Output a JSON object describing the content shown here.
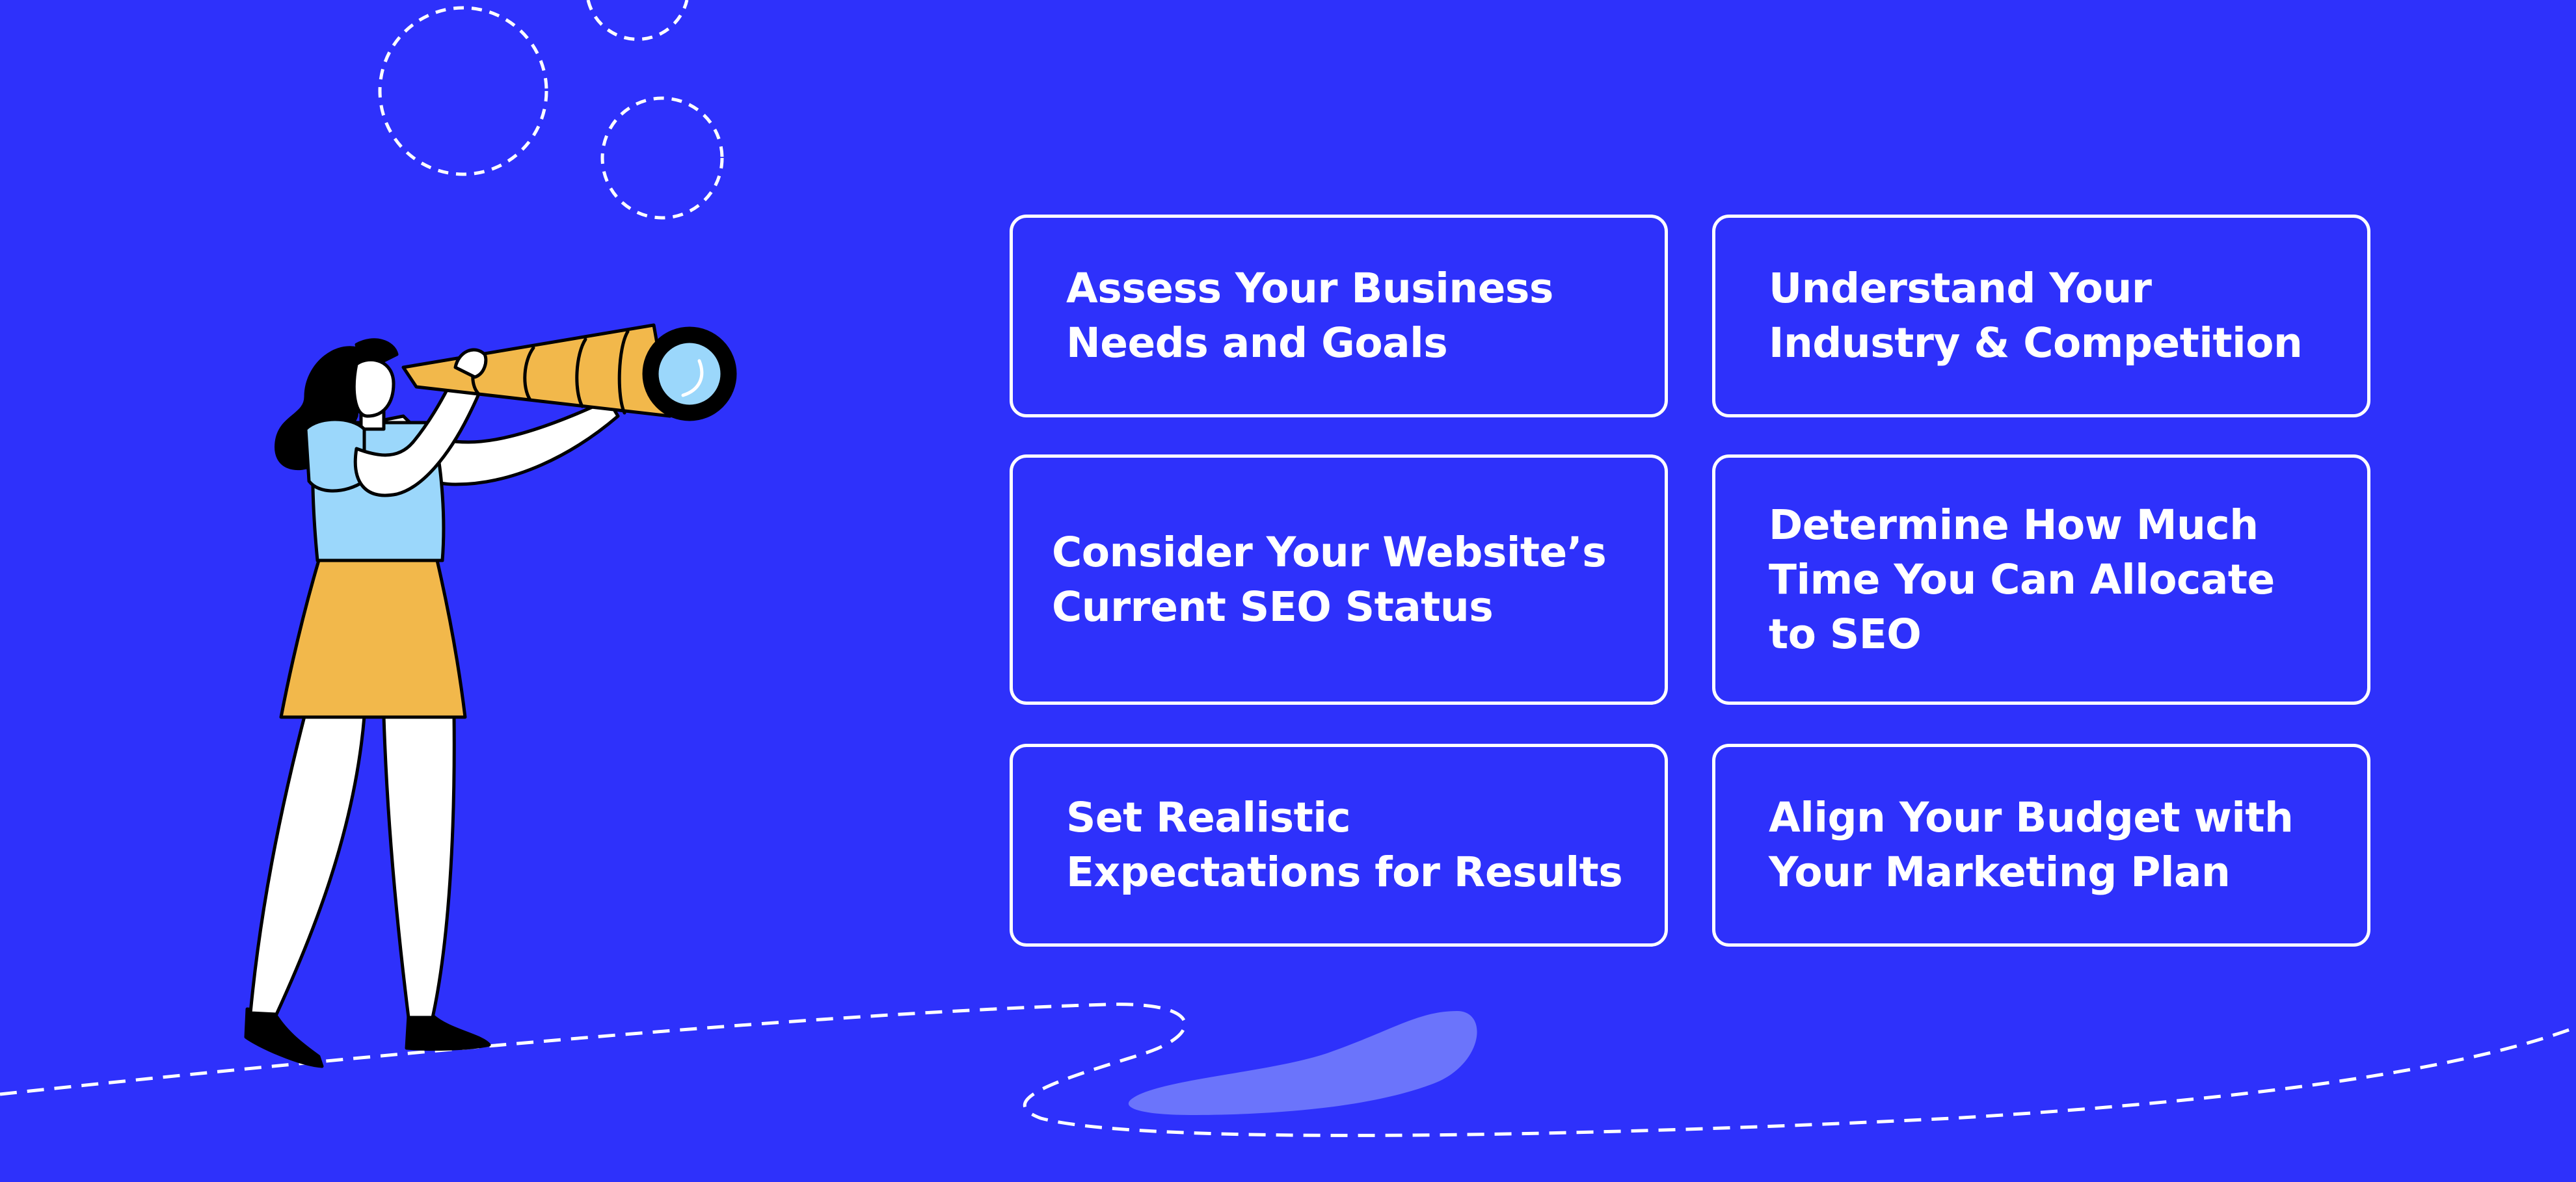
{
  "cards": [
    {
      "text": "Assess Your Business Needs and Goals"
    },
    {
      "text": "Understand Your Industry & Competition"
    },
    {
      "text": "Consider Your Website’s Current SEO Status"
    },
    {
      "text": "Determine How Much Time You Can Allocate to SEO"
    },
    {
      "text": "Set Realistic Expectations for Results"
    },
    {
      "text": "Align Your Budget with Your Marketing Plan"
    }
  ],
  "colors": {
    "background": "#2e31fb",
    "card_border": "#ffffff",
    "text": "#ffffff",
    "skirt": "#f2b84b",
    "shirt": "#9bd7fb",
    "blob": "#6b74fb"
  },
  "illustration": {
    "subject": "woman-looking-through-telescope-icon"
  }
}
